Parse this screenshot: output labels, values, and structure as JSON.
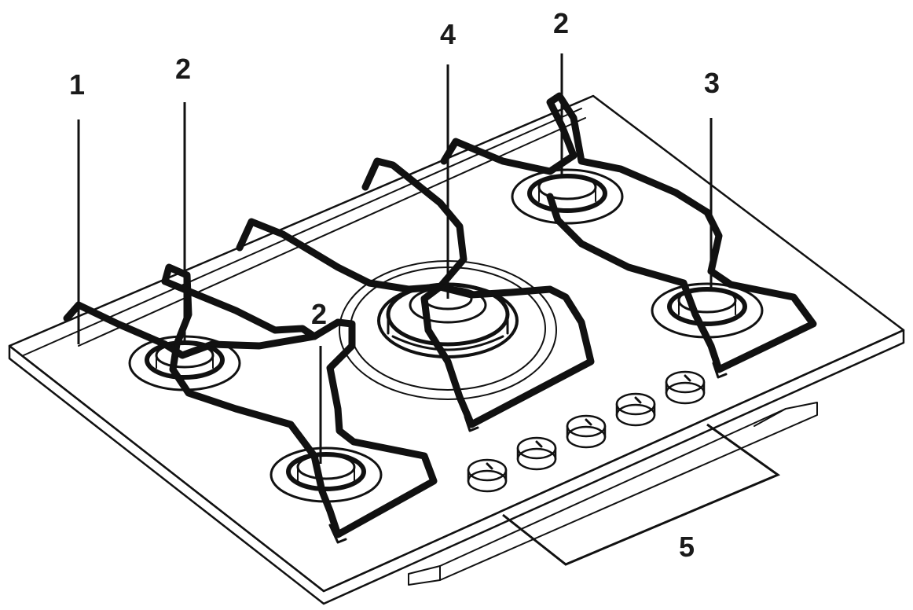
{
  "callouts": {
    "label_1": "1",
    "label_2_left": "2",
    "label_2_top": "2",
    "label_2_front": "2",
    "label_3": "3",
    "label_4": "4",
    "label_5": "5"
  },
  "icons": {
    "hob": "gas-hob-illustration"
  },
  "colors": {
    "line": "#111111",
    "background": "#ffffff",
    "panel": "#f2f2f2"
  }
}
